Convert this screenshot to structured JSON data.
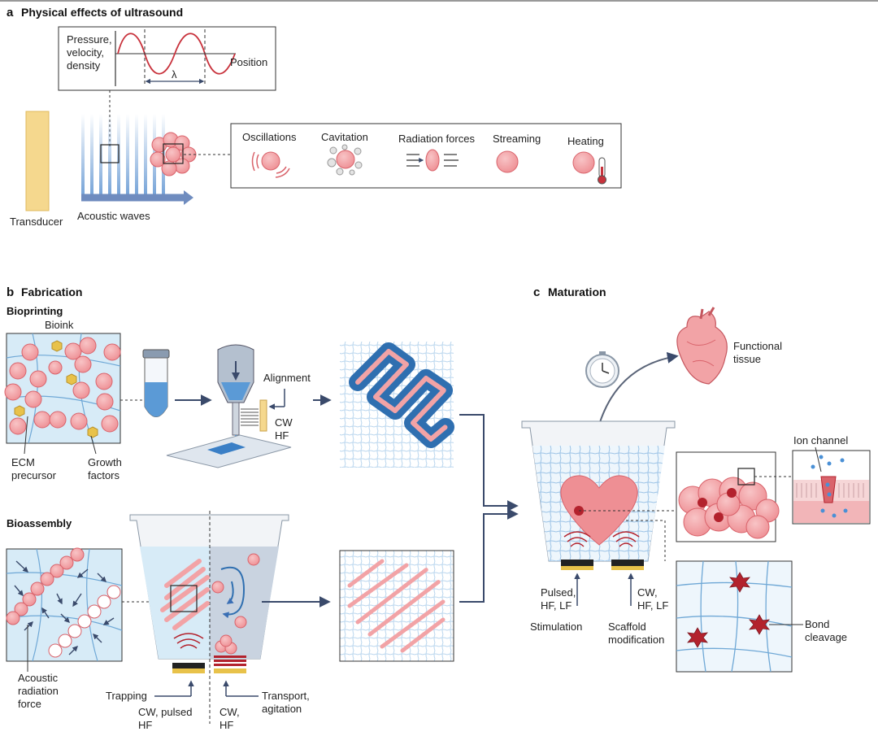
{
  "panel_a": {
    "letter": "a",
    "title": "Physical effects of ultrasound",
    "graph_ylabel": [
      "Pressure,",
      "velocity,",
      "density"
    ],
    "graph_xlabel": "Position",
    "wavelength_symbol": "λ",
    "transducer_label": "Transducer",
    "waves_label": "Acoustic waves",
    "effects": [
      "Oscillations",
      "Cavitation",
      "Radiation forces",
      "Streaming",
      "Heating"
    ]
  },
  "panel_b": {
    "letter": "b",
    "title": "Fabrication",
    "bioprinting": {
      "heading": "Bioprinting",
      "bioink_label": "Bioink",
      "ecm_label": [
        "ECM",
        "precursor"
      ],
      "growth_label": [
        "Growth",
        "factors"
      ],
      "alignment_label": "Alignment",
      "alignment_params": [
        "CW",
        "HF"
      ]
    },
    "bioassembly": {
      "heading": "Bioassembly",
      "arf_label": [
        "Acoustic",
        "radiation",
        "force"
      ],
      "trapping_label": "Trapping",
      "trapping_params": [
        "CW, pulsed",
        "HF"
      ],
      "transport_label": [
        "Transport,",
        "agitation"
      ],
      "transport_params": [
        "CW,",
        "HF"
      ]
    }
  },
  "panel_c": {
    "letter": "c",
    "title": "Maturation",
    "functional_label": [
      "Functional",
      "tissue"
    ],
    "ion_label": "Ion channel",
    "stim_params": [
      "Pulsed,",
      "HF, LF"
    ],
    "stim_label": "Stimulation",
    "scaffold_params": [
      "CW,",
      "HF, LF"
    ],
    "scaffold_label": [
      "Scaffold",
      "modification"
    ],
    "bond_label": [
      "Bond",
      "cleavage"
    ]
  },
  "colors": {
    "cell_fill": "#f2a3a6",
    "cell_stroke": "#d9636b",
    "wave_blue": "#6f9fd6",
    "arrow_navy": "#3a4a6b",
    "gel_blue": "#d7ebf7",
    "transducer_yellow": "#f5d88e",
    "scaffold_blue": "#2f6fb0",
    "red_star": "#b3222d"
  }
}
